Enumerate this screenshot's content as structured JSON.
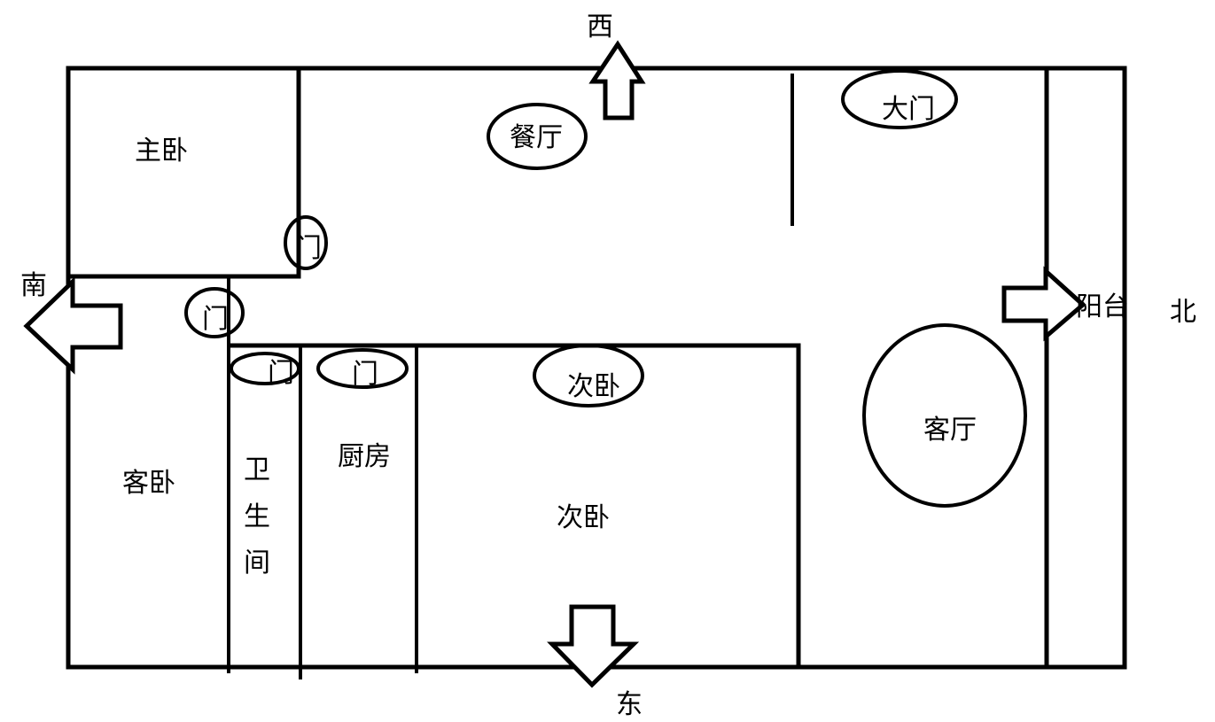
{
  "compass": {
    "west": "西",
    "east": "东",
    "south": "南",
    "north": "北"
  },
  "rooms": {
    "master_bedroom": "主卧",
    "dining_room": "餐厅",
    "main_door": "大门",
    "balcony": "阳台",
    "living_room": "客厅",
    "guest_bedroom": "客卧",
    "bathroom_1": "卫",
    "bathroom_2": "生",
    "bathroom_3": "间",
    "kitchen": "厨房",
    "second_bedroom_door_label": "次卧",
    "second_bedroom": "次卧"
  },
  "doors": {
    "master_door": "门",
    "guest_door": "门",
    "bathroom_door": "门",
    "kitchen_door": "门"
  }
}
